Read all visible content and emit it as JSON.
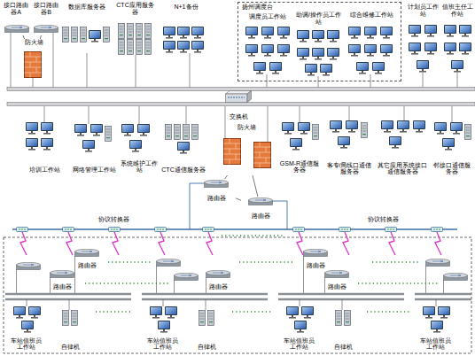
{
  "diagram": {
    "nodes": [
      {
        "text": [
          "接口路由器A"
        ]
      },
      {
        "text": [
          "接口路由器B"
        ]
      },
      {
        "text": [
          "防火墙"
        ]
      },
      {
        "text": [
          "数据库服务器"
        ]
      },
      {
        "text": [
          "CTC应用服务器"
        ]
      },
      {
        "text": [
          "N+1备份"
        ]
      },
      {
        "text": [
          "扬州调度台"
        ]
      },
      {
        "text": [
          "调度员工作站"
        ],
        "in": 6
      },
      {
        "text": [
          "助调/操作员工作站"
        ],
        "in": 6
      },
      {
        "text": [
          "综合维修工作站"
        ],
        "in": 6
      },
      {
        "text": [
          "计划员工作站"
        ]
      },
      {
        "text": [
          "值班主任工作站"
        ]
      },
      {
        "text": [
          "交换机"
        ]
      },
      {
        "text": [
          "防火墙"
        ]
      },
      {
        "text": [
          "培训工作站"
        ]
      },
      {
        "text": [
          "网络管理工作站"
        ]
      },
      {
        "text": [
          "系统维护工作站"
        ]
      },
      {
        "text": [
          "CTC通信服务器"
        ]
      },
      {
        "text": [
          "GSM-R通信服务器"
        ]
      },
      {
        "text": [
          "客专/局线口通信服务器"
        ]
      },
      {
        "text": [
          "其它应用系统接口通信服务器"
        ]
      },
      {
        "text": [
          "邻接口通信服务器"
        ]
      },
      {
        "text": [
          "路由器"
        ]
      },
      {
        "text": [
          "路由器"
        ]
      },
      {
        "text": [
          "路由器"
        ]
      },
      {
        "text": [
          "路由器"
        ]
      },
      {
        "text": [
          "路由器"
        ]
      },
      {
        "text": [
          "路由器"
        ]
      },
      {
        "text": [
          "路由器"
        ]
      },
      {
        "text": [
          "车站值班员工作站"
        ]
      },
      {
        "text": [
          "自律机"
        ]
      },
      {
        "text": [
          "车站值班员工作站"
        ]
      },
      {
        "text": [
          "自律机"
        ]
      },
      {
        "text": [
          "车站值班员工作站"
        ]
      },
      {
        "text": [
          "自律机"
        ]
      },
      {
        "text": [
          "车站值班员工作站"
        ]
      }
    ],
    "edges": [
      {
        "from": 0,
        "to": 2,
        "arrow": "none"
      },
      {
        "from": 1,
        "to": 2,
        "arrow": "none"
      },
      {
        "from": 13,
        "to": 22,
        "arrow": "none"
      },
      {
        "from": 13,
        "to": 23,
        "arrow": "none"
      },
      {
        "from": 22,
        "to": 23,
        "arrow": "none"
      },
      {
        "from": 24,
        "to": 25,
        "arrow": "none"
      },
      {
        "from": 27,
        "to": 28,
        "arrow": "none"
      }
    ],
    "labels": [
      "协议转换器",
      "协议转换器"
    ]
  }
}
